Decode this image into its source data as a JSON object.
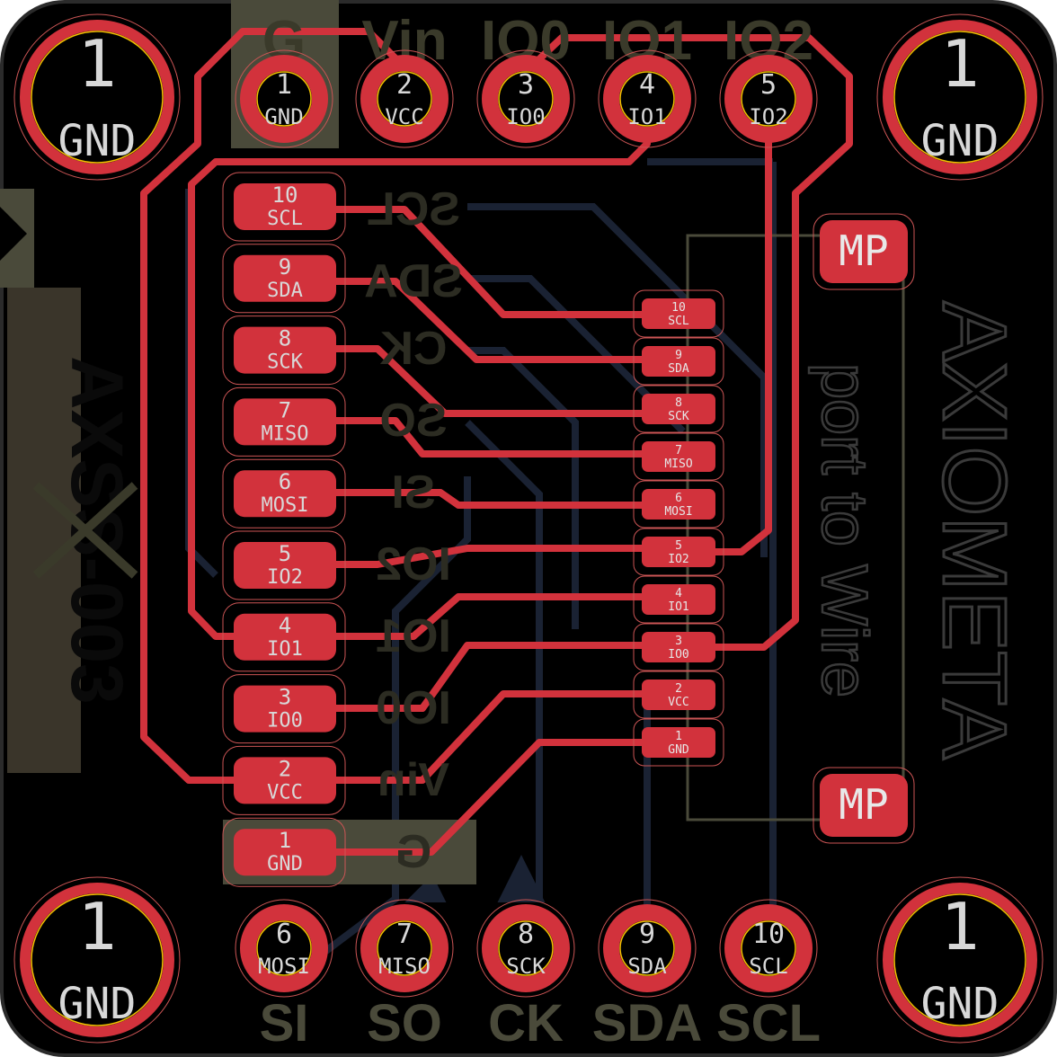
{
  "colors": {
    "board": "#000000",
    "outline": "#2b2b2b",
    "copper": "#d2323c",
    "copper_dark": "#b0262e",
    "pad_ring": "#f0c000",
    "silk": "#4a4a3a",
    "silk_bright": "#8c8a6a",
    "bottom_trace": "#1a2233",
    "pad_text": "#d8d8d8",
    "courtyard": "#cc5555"
  },
  "mounting_holes": [
    {
      "number": "1",
      "net": "GND"
    },
    {
      "number": "1",
      "net": "GND"
    },
    {
      "number": "1",
      "net": "GND"
    },
    {
      "number": "1",
      "net": "GND"
    }
  ],
  "top_header": {
    "silk_labels": [
      "G",
      "Vin",
      "IO0",
      "IO1",
      "IO2"
    ],
    "pins": [
      {
        "number": "1",
        "net": "GND"
      },
      {
        "number": "2",
        "net": "VCC"
      },
      {
        "number": "3",
        "net": "IO0"
      },
      {
        "number": "4",
        "net": "IO1"
      },
      {
        "number": "5",
        "net": "IO2"
      }
    ]
  },
  "bottom_header": {
    "silk_labels": [
      "SI",
      "SO",
      "CK",
      "SDA",
      "SCL"
    ],
    "pins": [
      {
        "number": "6",
        "net": "MOSI"
      },
      {
        "number": "7",
        "net": "MISO"
      },
      {
        "number": "8",
        "net": "SCK"
      },
      {
        "number": "9",
        "net": "SDA"
      },
      {
        "number": "10",
        "net": "SCL"
      }
    ]
  },
  "left_pads": [
    {
      "number": "10",
      "net": "SCL"
    },
    {
      "number": "9",
      "net": "SDA"
    },
    {
      "number": "8",
      "net": "SCK"
    },
    {
      "number": "7",
      "net": "MISO"
    },
    {
      "number": "6",
      "net": "MOSI"
    },
    {
      "number": "5",
      "net": "IO2"
    },
    {
      "number": "4",
      "net": "IO1"
    },
    {
      "number": "3",
      "net": "IO0"
    },
    {
      "number": "2",
      "net": "VCC"
    },
    {
      "number": "1",
      "net": "GND"
    }
  ],
  "small_pads": [
    {
      "number": "10",
      "net": "SCL"
    },
    {
      "number": "9",
      "net": "SDA"
    },
    {
      "number": "8",
      "net": "SCK"
    },
    {
      "number": "7",
      "net": "MISO"
    },
    {
      "number": "6",
      "net": "MOSI"
    },
    {
      "number": "5",
      "net": "IO2"
    },
    {
      "number": "4",
      "net": "IO1"
    },
    {
      "number": "3",
      "net": "IO0"
    },
    {
      "number": "2",
      "net": "VCC"
    },
    {
      "number": "1",
      "net": "GND"
    }
  ],
  "mirrored_silk_labels": [
    "SCL",
    "SDA",
    "CK",
    "SO",
    "SI",
    "IO2",
    "IO1",
    "IO0",
    "Vin",
    "G"
  ],
  "test_points": [
    "MP",
    "MP"
  ],
  "silk_texts": {
    "part_number": "AXSS-003",
    "brand": "AXIOMETA",
    "tagline": "port to Wire"
  }
}
